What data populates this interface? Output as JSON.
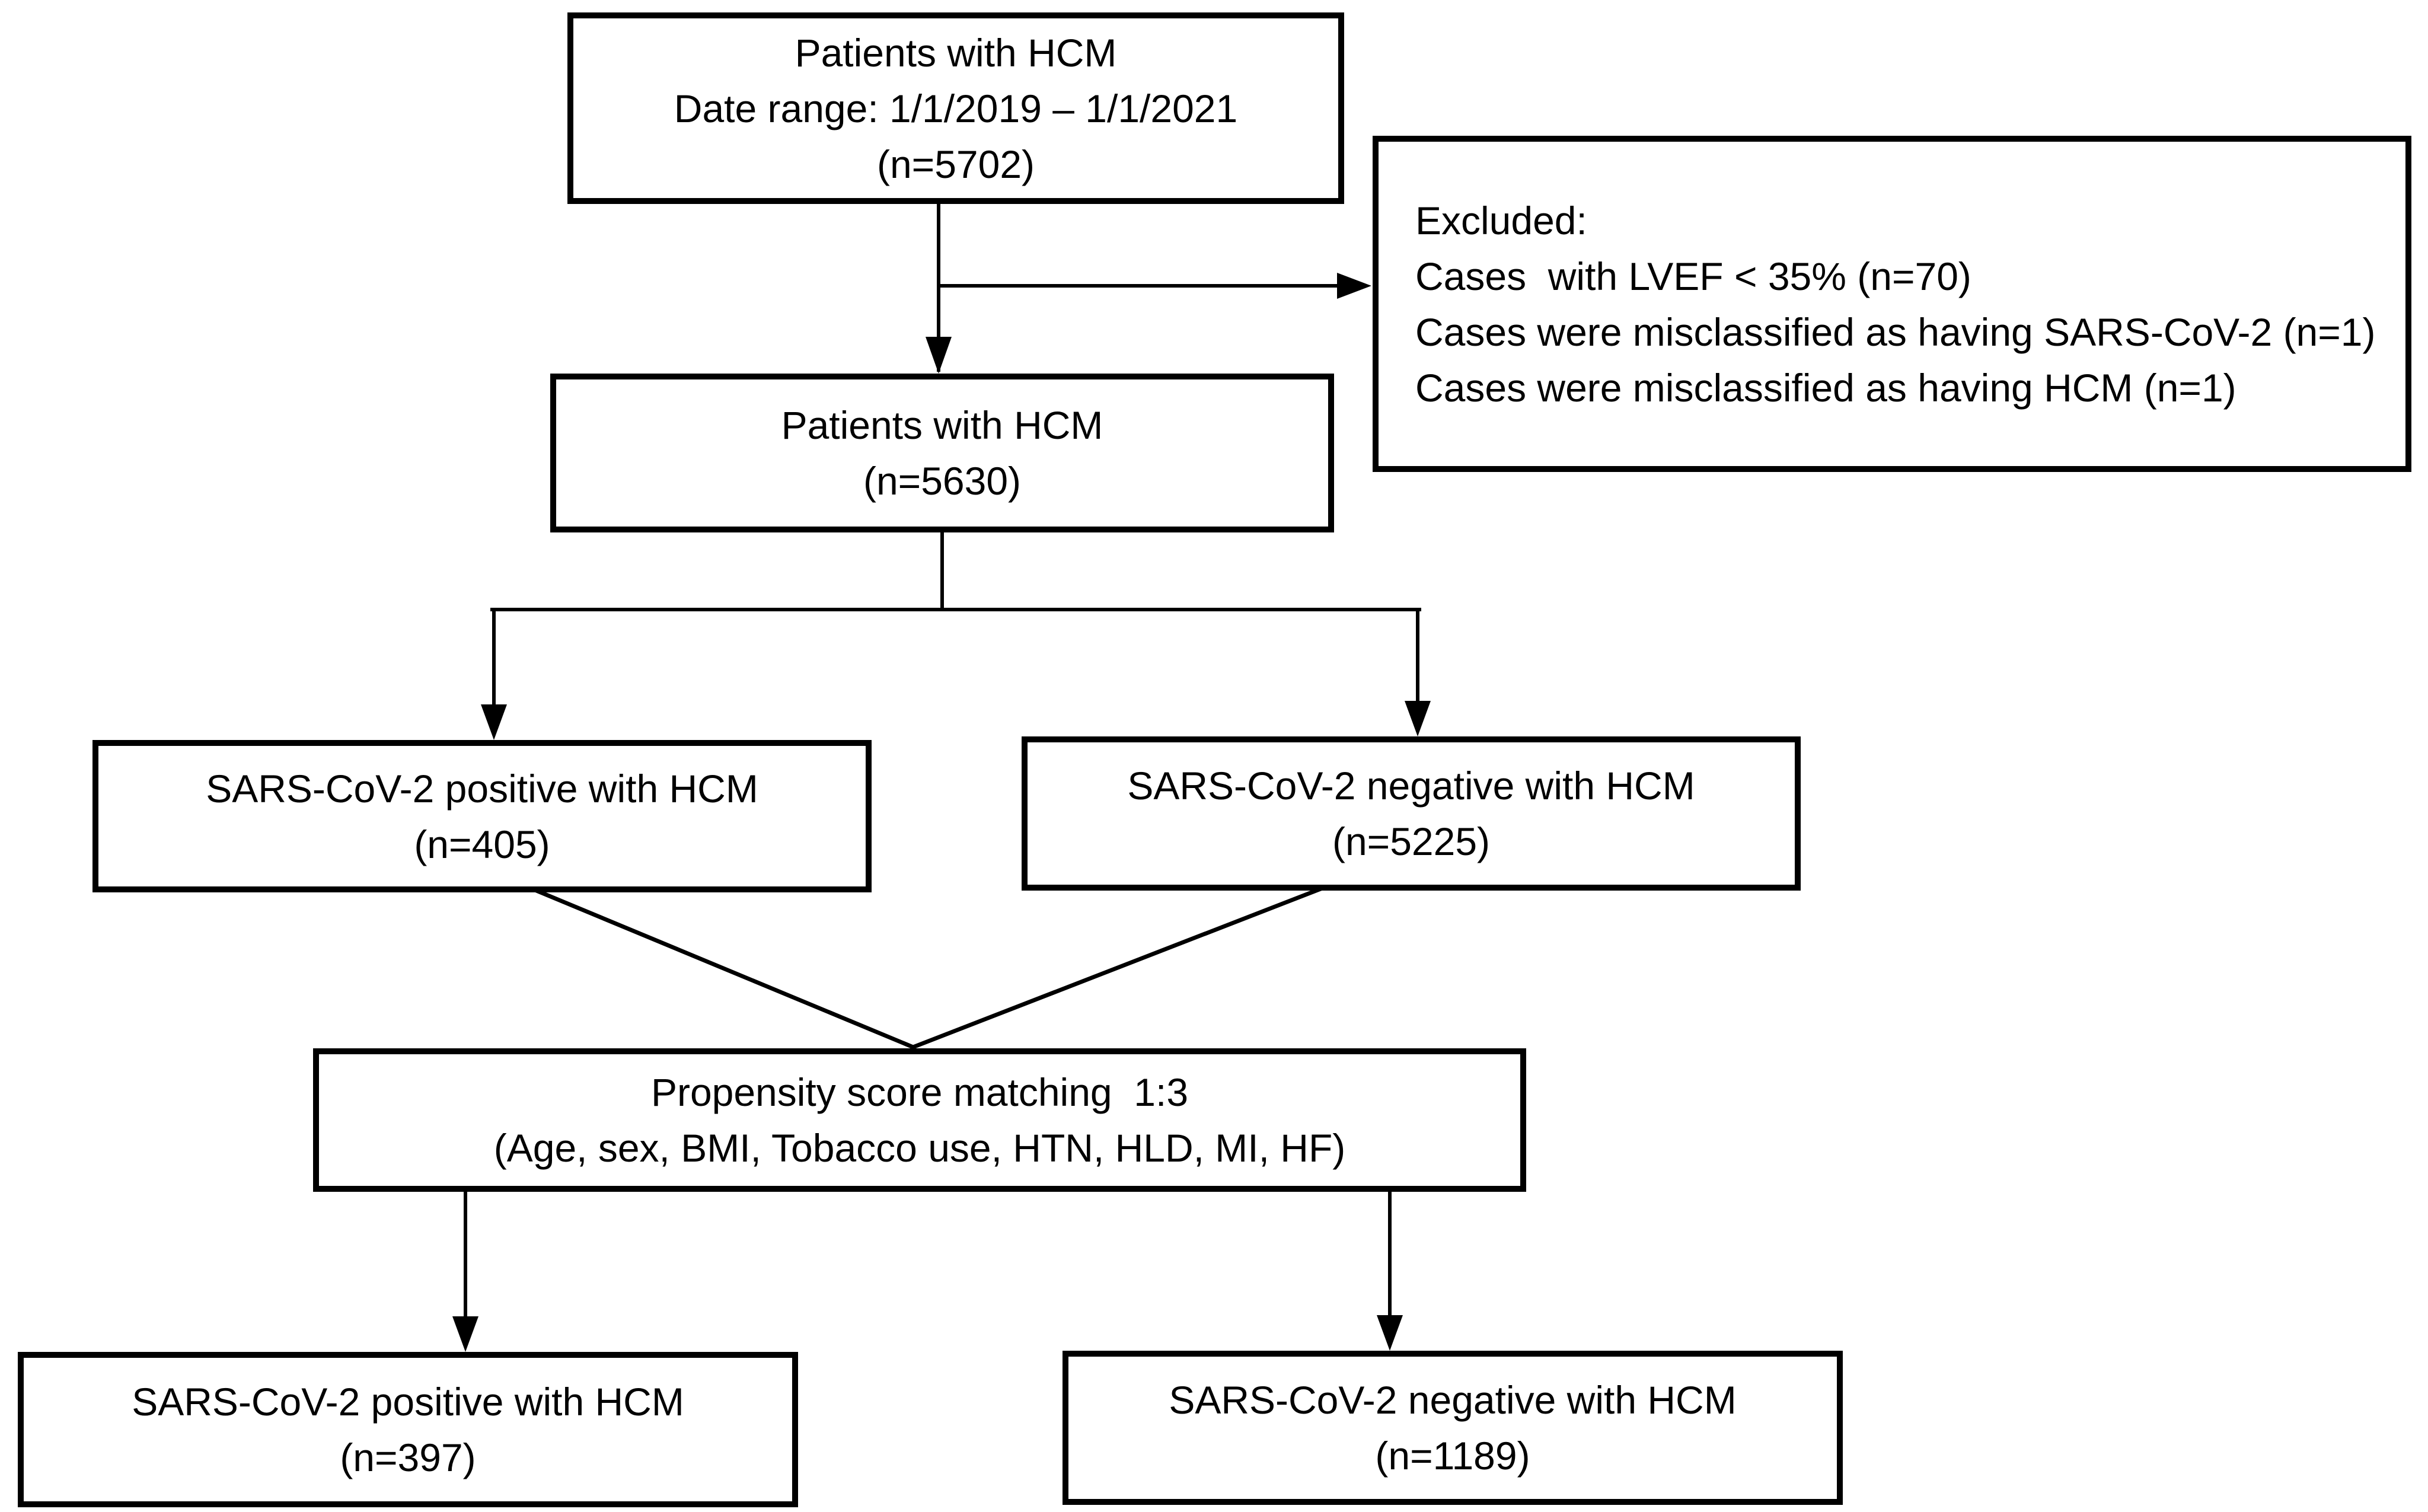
{
  "colors": {
    "line": "#000000",
    "background": "#ffffff",
    "text": "#000000"
  },
  "boxes": {
    "initial": {
      "lines": [
        "Patients with HCM",
        "Date range: 1/1/2019 – 1/1/2021",
        "(n=5702)"
      ]
    },
    "excluded": {
      "lines": [
        "Excluded:",
        "Cases  with LVEF < 35% (n=70)",
        "Cases were misclassified as having SARS-CoV-2 (n=1)",
        "Cases were misclassified as having HCM (n=1)"
      ]
    },
    "after_exclusion": {
      "lines": [
        "Patients with HCM",
        "(n=5630)"
      ]
    },
    "positive_pre": {
      "lines": [
        "SARS-CoV-2 positive with HCM",
        "(n=405)"
      ]
    },
    "negative_pre": {
      "lines": [
        "SARS-CoV-2 negative with HCM",
        "(n=5225)"
      ]
    },
    "matching": {
      "lines": [
        "Propensity score matching  1:3",
        "(Age, sex, BMI, Tobacco use, HTN, HLD, MI, HF)"
      ]
    },
    "positive_matched": {
      "lines": [
        "SARS-CoV-2 positive with HCM",
        "(n=397)"
      ]
    },
    "negative_matched": {
      "lines": [
        "SARS-CoV-2 negative with HCM",
        "(n=1189)"
      ]
    }
  }
}
